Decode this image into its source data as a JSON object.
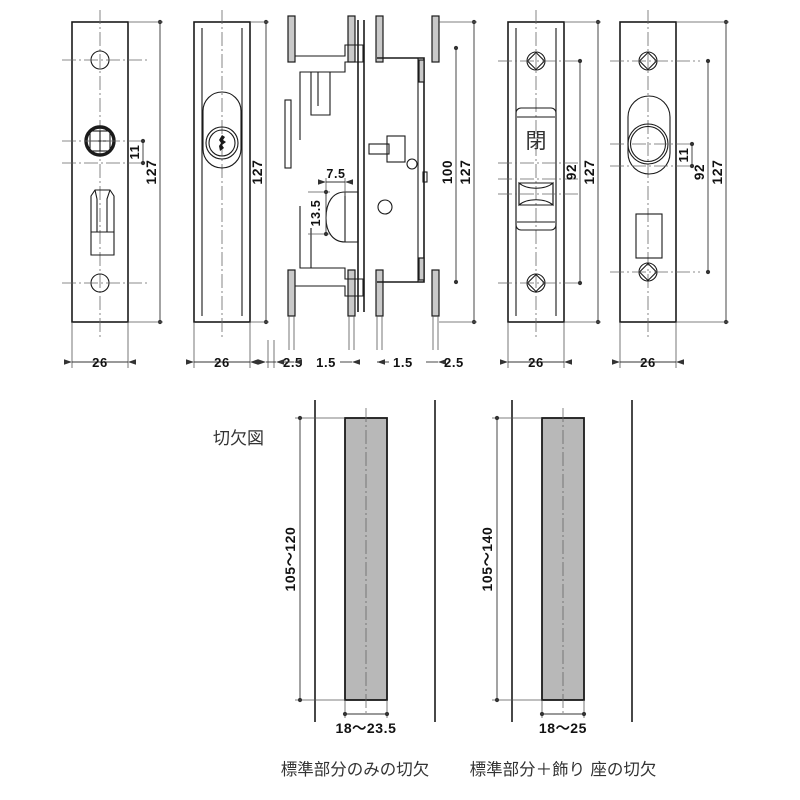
{
  "drawing": {
    "title_label": "切欠図",
    "units": "mm",
    "line_color": "#1a1a1a",
    "fill_gray": "#b8b8b8",
    "background": "#ffffff"
  },
  "views": [
    {
      "id": "view-1",
      "name": "face-plate-with-pull",
      "width_label": "26",
      "height_label": "127",
      "offset_label": "11",
      "features": [
        "upper-screw-hole",
        "square-cylinder-ring",
        "pull-lever",
        "lower-screw-hole"
      ]
    },
    {
      "id": "view-2",
      "name": "cylinder-side-plate",
      "width_label": "26",
      "height_label": "127",
      "edge_label": "2.5",
      "features": [
        "oval-escutcheon",
        "key-cylinder"
      ]
    },
    {
      "id": "view-3",
      "name": "lock-body-section",
      "left_thickness_label": "1.5",
      "right_thickness_label": "1.5",
      "edge_label": "2.5",
      "hook_depth_label": "7.5",
      "hook_height_label": "13.5",
      "inner_height_label": "100",
      "outer_height_label": "127"
    },
    {
      "id": "view-4",
      "name": "thumbturn-indicator-plate",
      "width_label": "26",
      "height_label": "127",
      "indicator_span_label": "92",
      "indicator_char": "閉",
      "features": [
        "upper-fastener",
        "indicator-window",
        "turn-knob",
        "lower-fastener"
      ]
    },
    {
      "id": "view-5",
      "name": "decorative-rose-plate",
      "width_label": "26",
      "height_label": "127",
      "offset_label": "11",
      "span_label": "92",
      "features": [
        "upper-fastener",
        "oval-rose",
        "round-cylinder",
        "rectangular-slot",
        "lower-fastener"
      ]
    }
  ],
  "cutouts": [
    {
      "id": "cutout-standard",
      "height_label": "105〜120",
      "width_label": "18〜23.5",
      "caption": "標準部分のみの切欠"
    },
    {
      "id": "cutout-with-rose",
      "height_label": "105〜140",
      "width_label": "18〜25",
      "caption": "標準部分＋飾り 座の切欠"
    }
  ],
  "bottom_dimensions": [
    "26",
    "26",
    "2.5",
    "1.5",
    "1.5",
    "2.5",
    "26",
    "26"
  ]
}
